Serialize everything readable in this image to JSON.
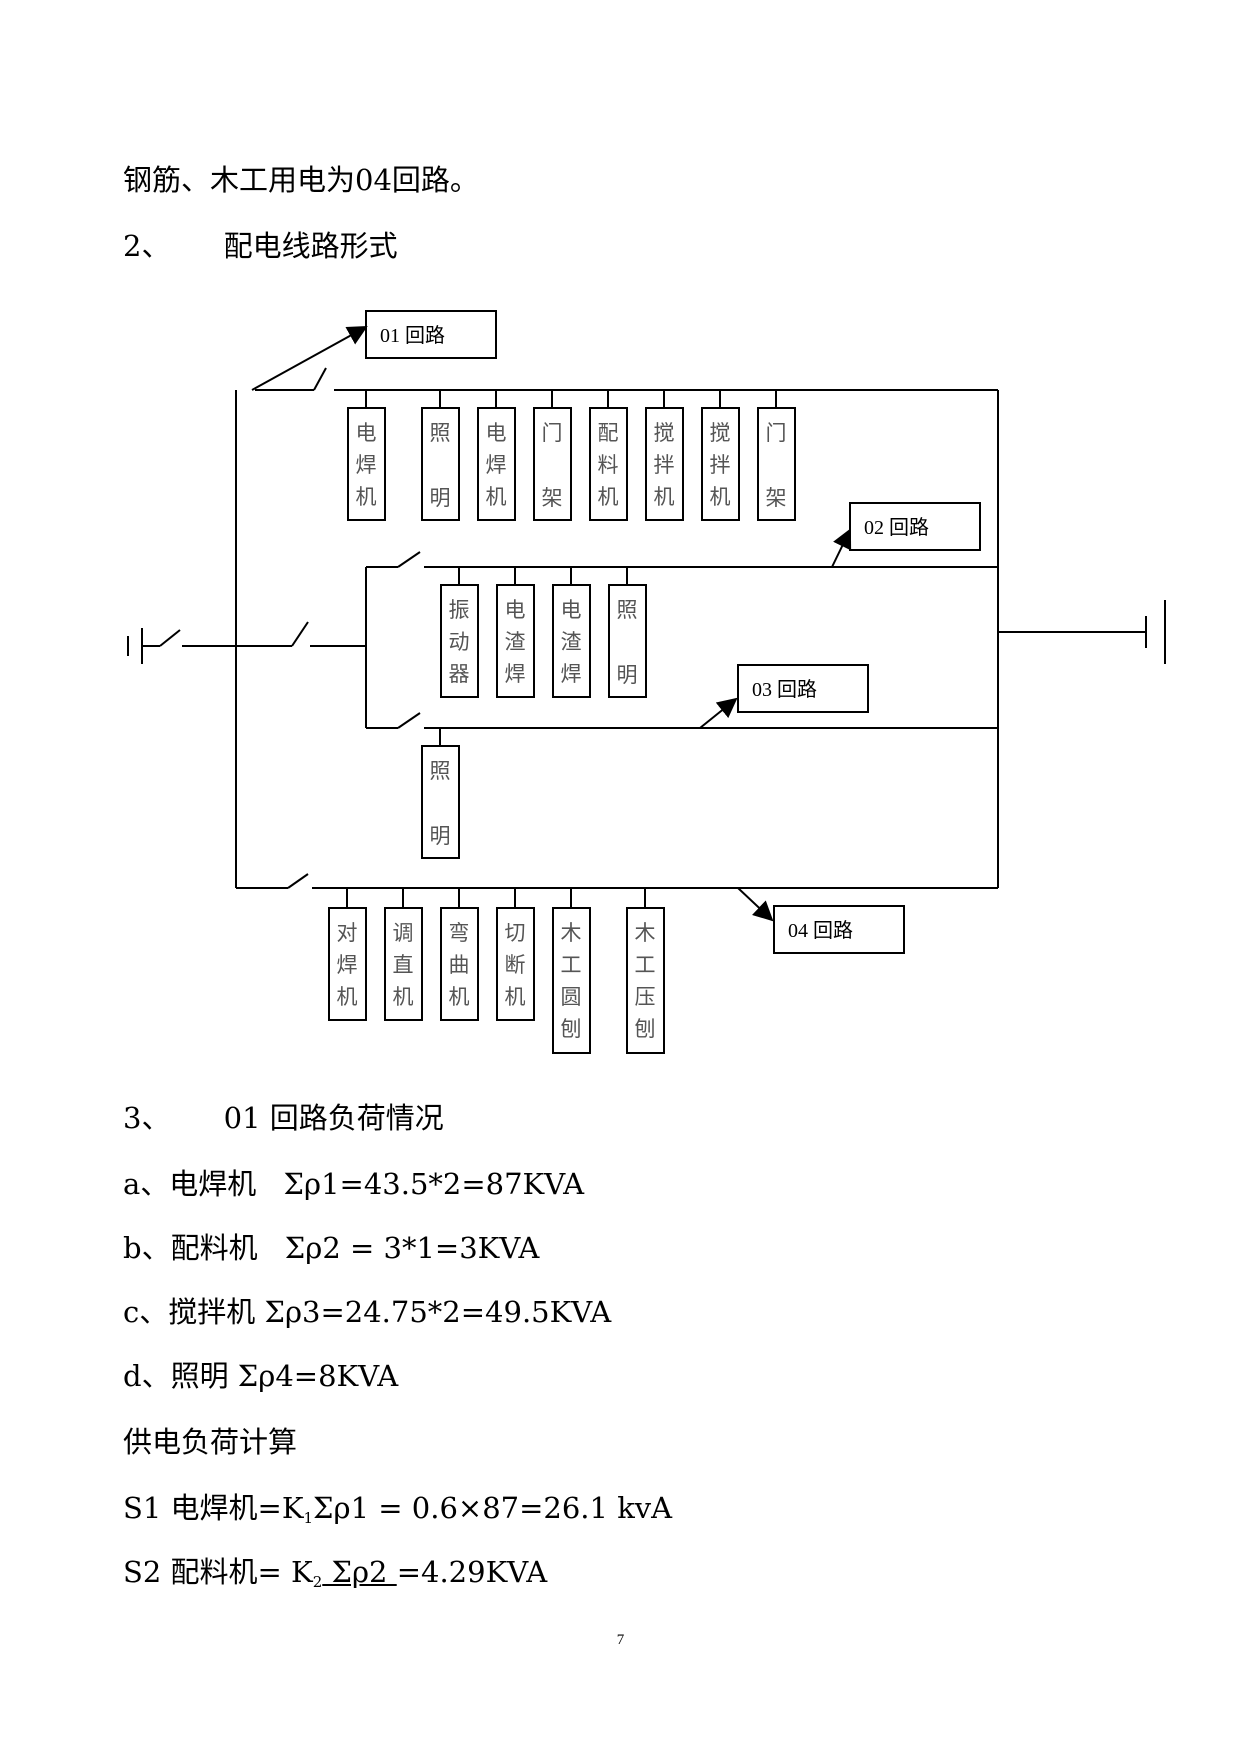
{
  "intro": "钢筋、木工用电为04回路。",
  "section2": {
    "num": "2、",
    "title": "配电线路形式"
  },
  "diagram": {
    "circuits": {
      "c01": "01 回路",
      "c02": "02 回路",
      "c03": "03 回路",
      "c04": "04 回路"
    },
    "c01_loads": [
      "电焊机",
      "照明",
      "电焊机",
      "门架",
      "配料机",
      "搅拌机",
      "搅拌机",
      "门架"
    ],
    "c02_loads": [
      "振动器",
      "电渣焊",
      "电渣焊",
      "照明"
    ],
    "c03_loads": [
      "照明"
    ],
    "c04_loads": [
      "对焊机",
      "调直机",
      "弯曲机",
      "切断机",
      "木工圆刨",
      "木工压刨"
    ]
  },
  "section3": {
    "num": "3、",
    "title": "01 回路负荷情况"
  },
  "items": [
    {
      "label": "a、电焊机",
      "formula": "Σρ1=43.5*2=87KVA"
    },
    {
      "label": "b、配料机",
      "formula": "Σρ2 = 3*1=3KVA"
    },
    {
      "label": "c、搅拌机",
      "formula": "Σρ3=24.75*2=49.5KVA"
    },
    {
      "label": "d、照明",
      "formula": "Σρ4=8KVA"
    }
  ],
  "calc_title": "供电负荷计算",
  "s1": {
    "prefix": "S1 电焊机=K",
    "sub": "1",
    "rest": "Σρ1 = 0.6×87=26.1 kvA"
  },
  "s2": {
    "prefix": "S2 配料机= K",
    "sub": "2",
    "underlined": " Σρ2 ",
    "rest": " =4.29KVA"
  },
  "page_number": "7"
}
